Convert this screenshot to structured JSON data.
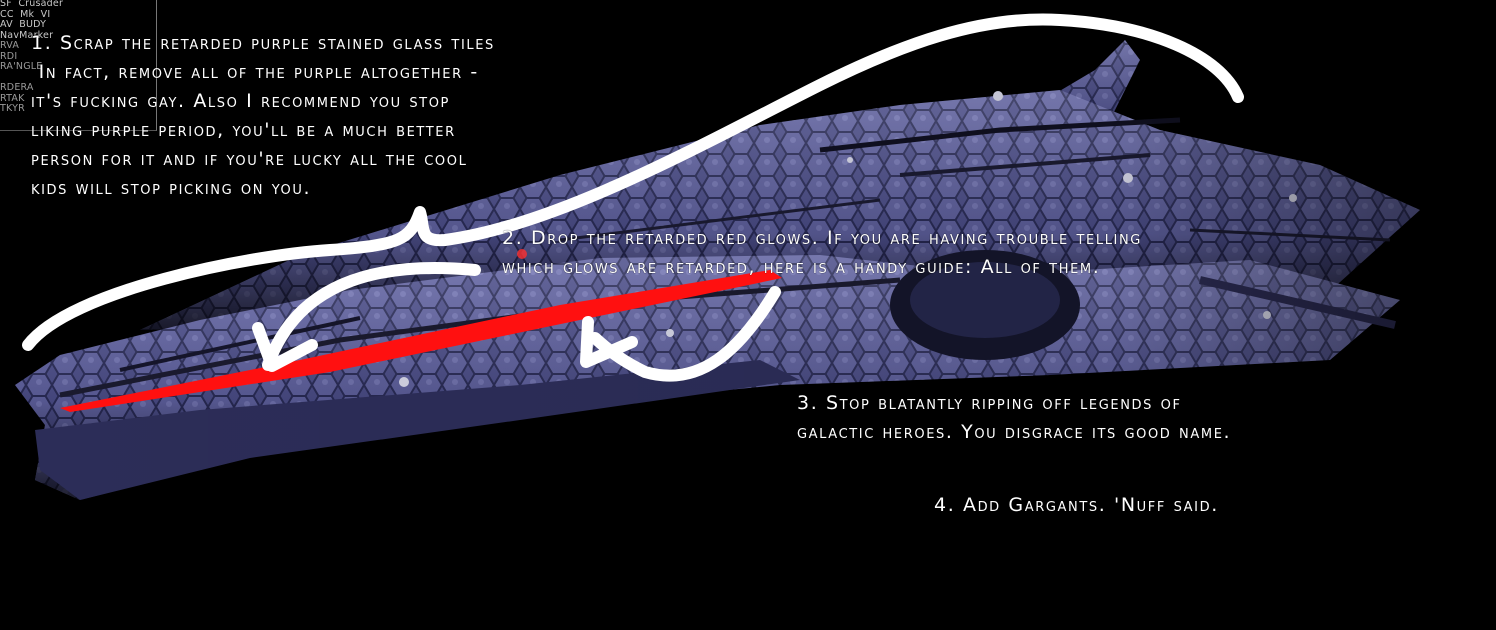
{
  "hud": {
    "targets": [
      "SF  Crusader",
      "CC  Mk  VI",
      "AV  BUDY",
      "NavMarker",
      "RVA",
      "RDI",
      "RA'NGLE",
      "",
      "RDERA",
      "RTAK",
      "TKYR"
    ]
  },
  "notes": {
    "note1": {
      "lines": [
        "1. Scrap the retarded purple stained glass tiles",
        " In fact, remove all of the purple altogether -",
        "it's fucking gay. Also I recommend you stop",
        "liking purple period, you'll be a much better",
        "person for it and if you're lucky all the cool",
        "kids will stop picking on you."
      ]
    },
    "note2": {
      "lines": [
        "2. Drop the retarded red glows. If you are having trouble telling",
        "which glows are retarded, here is a handy guide: All of them."
      ]
    },
    "note3": {
      "lines": [
        "3. Stop blatantly ripping off legends of",
        "galactic heroes. You disgrace its good name."
      ]
    },
    "note4": {
      "lines": [
        "4. Add Gargants. 'Nuff said."
      ]
    }
  },
  "colors": {
    "background": "#000000",
    "hull": "#4a4c86",
    "glow_red": "#ff1010",
    "annotation_stroke": "#ffffff"
  }
}
